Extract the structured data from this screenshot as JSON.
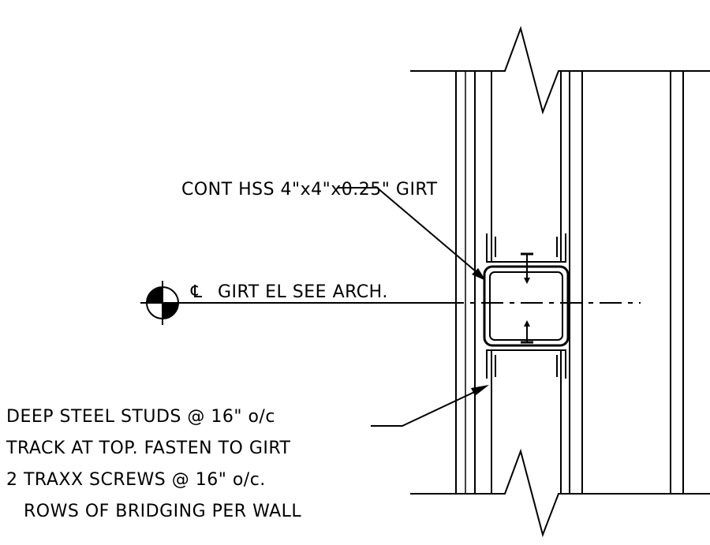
{
  "drawing": {
    "notes": {
      "girt": "CONT HSS 4\"x4\"x0.25\" GIRT",
      "centerline_symbol": "℄",
      "centerline": "GIRT EL SEE ARCH.",
      "studs_line1": "DEEP STEEL STUDS @ 16\" o/c",
      "studs_line2": "TRACK AT TOP. FASTEN TO GIRT",
      "studs_line3": "2 TRAXX SCREWS @ 16\" o/c.",
      "studs_line4": "ROWS OF BRIDGING PER WALL"
    }
  }
}
